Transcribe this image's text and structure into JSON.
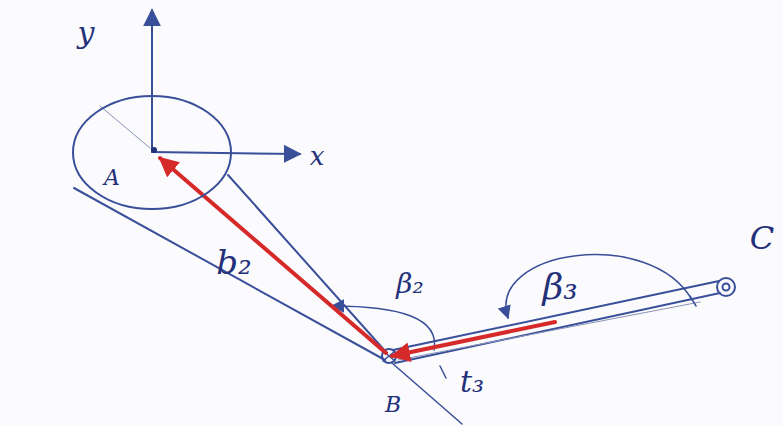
{
  "diagram": {
    "nodes": [
      {
        "text": [
          "A"
        ]
      }
    ],
    "labels": [
      "y",
      "x",
      "b₂",
      "β₂",
      "β₃",
      "t₃",
      "B",
      "C"
    ]
  }
}
